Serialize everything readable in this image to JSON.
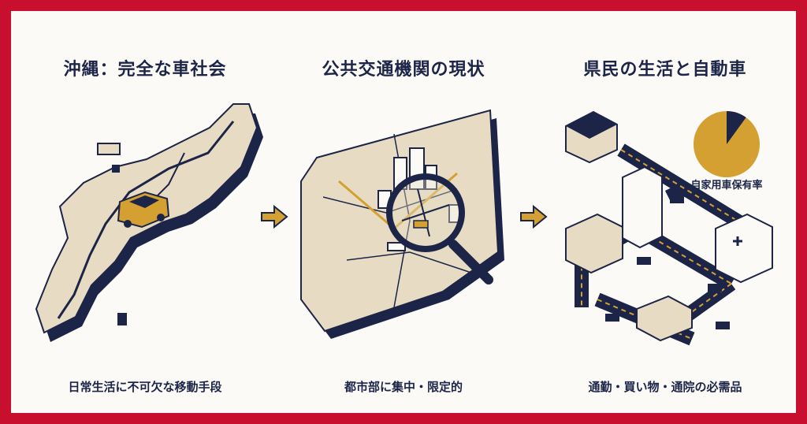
{
  "panels": [
    {
      "title": "沖縄：完全な車社会",
      "caption": "日常生活に不可欠な移動手段"
    },
    {
      "title": "公共交通機関の現状",
      "caption": "都市部に集中・限定的"
    },
    {
      "title": "県民の生活と自動車",
      "caption": "通勤・買い物・通院の必需品"
    }
  ],
  "pie": {
    "label": "自家用車保有率",
    "fraction": 0.9
  },
  "colors": {
    "border": "#c8102e",
    "navy": "#1c2447",
    "beige": "#e7dcc3",
    "mustard": "#d4a032",
    "background": "#fbfaf6"
  }
}
